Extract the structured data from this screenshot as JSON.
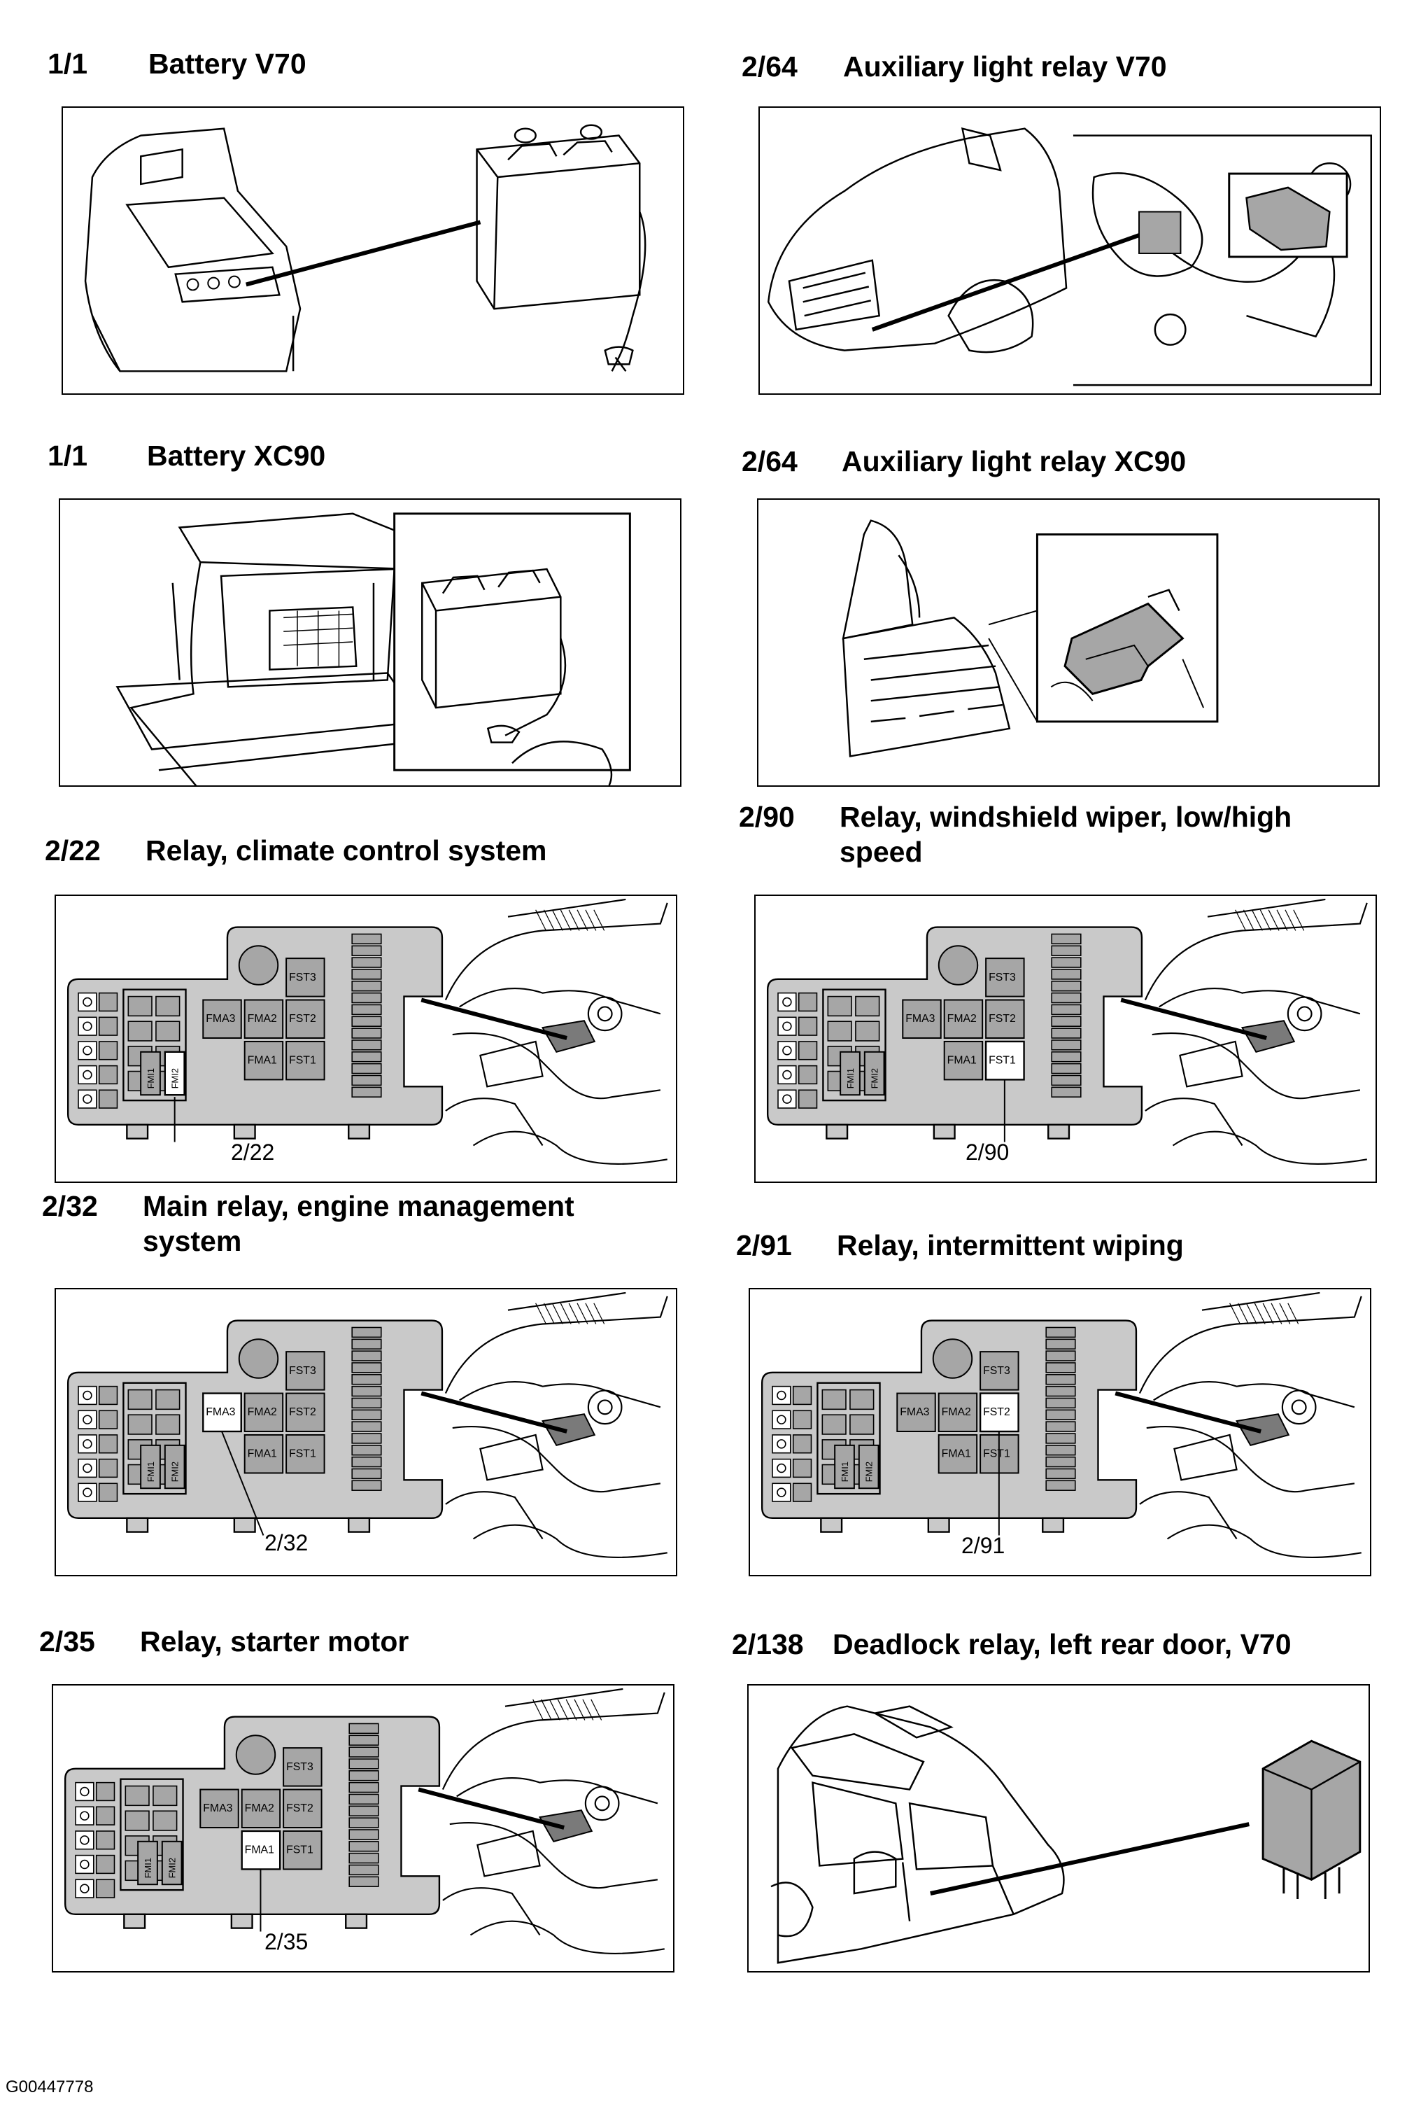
{
  "sections": [
    {
      "code": "1/1",
      "title": "Battery V70"
    },
    {
      "code": "2/64",
      "title": "Auxiliary light relay V70"
    },
    {
      "code": "1/1",
      "title": "Battery XC90"
    },
    {
      "code": "2/64",
      "title": "Auxiliary light relay XC90"
    },
    {
      "code": "2/22",
      "title": "Relay, climate control system",
      "callout": "2/22",
      "highlight": "FMI2"
    },
    {
      "code": "2/90",
      "title": "Relay, windshield wiper, low/high\nspeed",
      "callout": "2/90",
      "highlight": "FST1"
    },
    {
      "code": "2/32",
      "title": "Main relay, engine management\nsystem",
      "callout": "2/32",
      "highlight": "FMA3"
    },
    {
      "code": "2/91",
      "title": "Relay, intermittent wiping",
      "callout": "2/91",
      "highlight": "FST2"
    },
    {
      "code": "2/35",
      "title": "Relay, starter motor",
      "callout": "2/35",
      "highlight": "FMA1"
    },
    {
      "code": "2/138",
      "title": "Deadlock relay, left rear door, V70"
    }
  ],
  "fuse_box_labels": {
    "fst3": "FST3",
    "fst2": "FST2",
    "fst1": "FST1",
    "fma3": "FMA3",
    "fma2": "FMA2",
    "fma1": "FMA1",
    "fmi1": "FMI1",
    "fmi2": "FMI2"
  },
  "footer": {
    "figure_id": "G00447778"
  },
  "colors": {
    "fusebox_fill": "#c9c9c9",
    "relay_fill": "#a6a6a6",
    "highlight_fill": "#ffffff"
  }
}
